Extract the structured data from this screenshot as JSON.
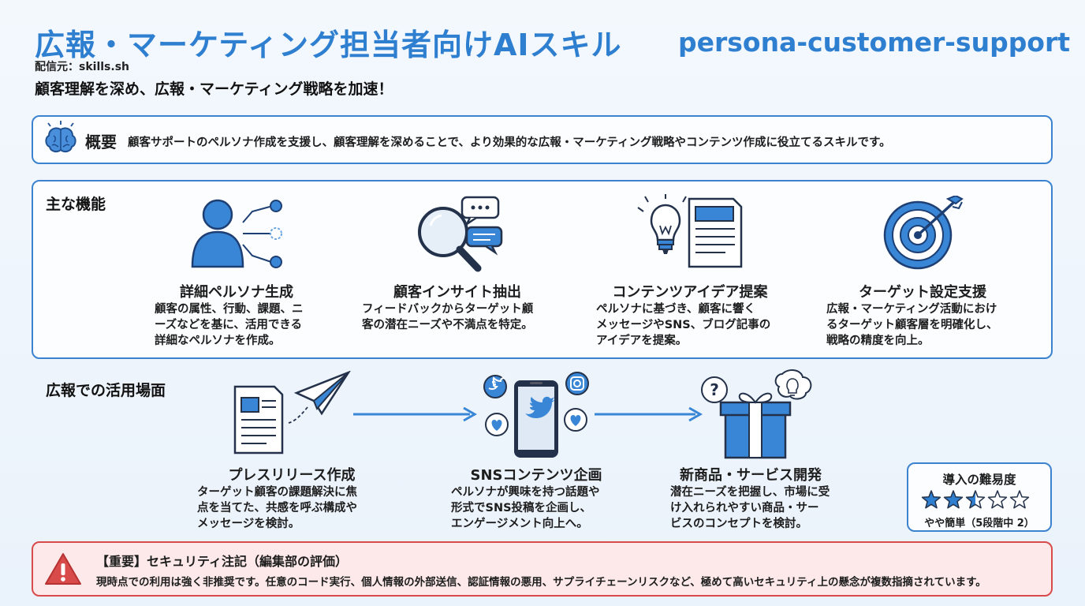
{
  "header": {
    "title": "広報・マーケティング担当者向けAIスキル",
    "title_en": "persona-customer-support",
    "source": "配信元：skills.sh",
    "subtitle": "顧客理解を深め、広報・マーケティング戦略を加速！"
  },
  "overview": {
    "label": "概要",
    "icon": "brain-icon",
    "text": "顧客サポートのペルソナ作成を支援し、顧客理解を深めることで、より効果的な広報・マーケティング戦略やコンテンツ作成に役立てるスキルです。"
  },
  "features": {
    "title": "主な機能",
    "items": [
      {
        "icon": "persona-network-icon",
        "title": "詳細ペルソナ生成",
        "lines": [
          "顧客の属性、行動、課題、ニ",
          "ーズなどを基に、活用できる",
          "詳細なペルソナを作成。"
        ]
      },
      {
        "icon": "magnifier-chat-icon",
        "title": "顧客インサイト抽出",
        "lines": [
          "フィードバックからターゲット顧",
          "客の潜在ニーズや不満点を特定。"
        ]
      },
      {
        "icon": "lightbulb-document-icon",
        "title": "コンテンツアイデア提案",
        "lines": [
          "ペルソナに基づき、顧客に響く",
          "メッセージやSNS、ブログ記事の",
          "アイデアを提案。"
        ]
      },
      {
        "icon": "target-arrow-icon",
        "title": "ターゲット設定支援",
        "lines": [
          "広報・マーケティング活動におけ",
          "るターゲット顧客層を明確化し、",
          "戦略の精度を向上。"
        ]
      }
    ]
  },
  "use_cases": {
    "title": "広報での活用場面",
    "items": [
      {
        "icon": "press-release-icon",
        "title": "プレスリリース作成",
        "lines": [
          "ターゲット顧客の課題解決に焦",
          "点を当てた、共感を呼ぶ構成や",
          "メッセージを検討。"
        ]
      },
      {
        "icon": "smartphone-sns-icon",
        "title": "SNSコンテンツ企画",
        "lines": [
          "ペルソナが興味を持つ話題や",
          "形式でSNS投稿を企画し、",
          "エンゲージメント向上へ。"
        ]
      },
      {
        "icon": "gift-idea-icon",
        "title": "新商品・サービス開発",
        "lines": [
          "潜在ニーズを把握し、市場に受",
          "け入れられやすい商品・サー",
          "ビスのコンセプトを検討。"
        ]
      }
    ]
  },
  "difficulty": {
    "title": "導入の難易度",
    "rating": 2.5,
    "max": 5,
    "text": "やや簡単（5段階中 2）"
  },
  "warning": {
    "title": "【重要】セキュリティ注記（編集部の評価）",
    "text": "現時点での利用は強く非推奨です。任意のコード実行、個人情報の外部送信、認証情報の悪用、サプライチェーンリスクなど、極めて高いセキュリティ上の懸念が複数指摘されています。"
  },
  "colors": {
    "accent": "#2f7fd1",
    "border": "#3c83cf",
    "warning": "#d94a4a",
    "warning_bg": "#fde9e9"
  }
}
